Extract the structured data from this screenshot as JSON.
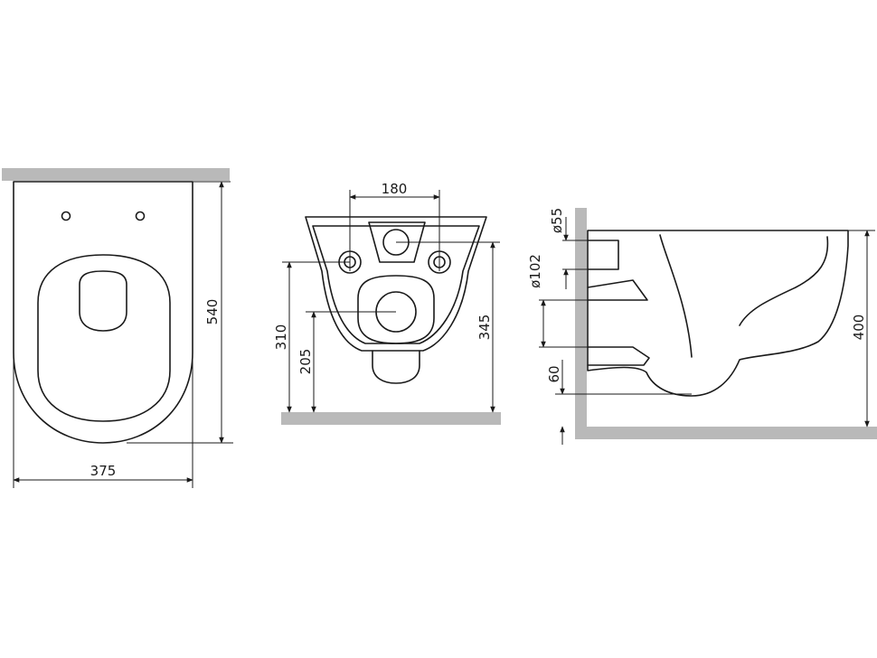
{
  "views": {
    "top": {
      "width_label": "375",
      "length_label": "540"
    },
    "front": {
      "bolt_spacing_label": "180",
      "bolt_height_label": "310",
      "outlet_height_label": "205",
      "rim_height_label": "345"
    },
    "side": {
      "inlet_diameter_label": "ø55",
      "outlet_diameter_label": "ø102",
      "bottom_offset_label": "60",
      "total_height_label": "400"
    }
  },
  "colors": {
    "line": "#1a1a1a",
    "wall": "#b9b9b9",
    "background": "#ffffff"
  }
}
